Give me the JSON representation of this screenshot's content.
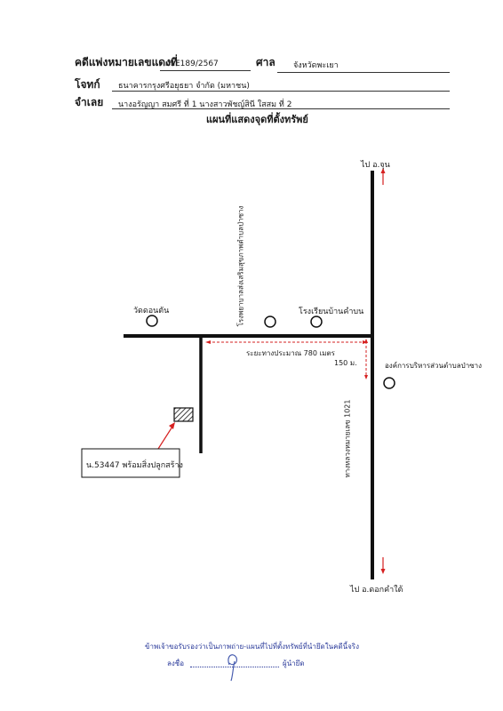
{
  "header": {
    "case_label": "คดีแพ่งหมายเลขแดงที่",
    "case_no": "ผบE189/2567",
    "court_label": "ศาล",
    "court_value": "จังหวัดพะเยา",
    "plaintiff_label": "โจทก์",
    "plaintiff_value": "ธนาคารกรุงศรีอยุธยา จำกัด (มหาชน)",
    "defendant_label": "จำเลย",
    "defendant_value": "นางอรัญญา สมศรี ที่ 1 นางสาวพัชญ์สินี ใสสม ที่ 2"
  },
  "map": {
    "title": "แผนที่แสดงจุดที่ตั้งทรัพย์",
    "north_label": "ไป อ.จุน",
    "south_label": "ไป อ.ดอกคำใต้",
    "temple_label": "วัดดอนตัน",
    "hospital_label": "โรงพยาบาลส่งเสริมสุขภาพตำบลป่าซาง",
    "school_label": "โรงเรียนบ้านคำบน",
    "sao_label": "องค์การบริหารส่วนตำบลป่าซาง",
    "distance_label": "ระยะทางประมาณ 780 เมตร",
    "short_distance_label": "150 ม.",
    "highway_label": "ทางหลวงหมายเลข 1021",
    "property_label": "น.53447 พร้อมสิ่งปลูกสร้าง"
  },
  "footer": {
    "certify_text": "ข้าพเจ้าขอรับรองว่าเป็นภาพถ่าย-แผนที่ไปที่ตั้งทรัพย์ที่นำยึดในคดีนี้จริง",
    "sign_prefix": "ลงชื่อ",
    "sign_suffix": "ผู้นำยึด"
  },
  "colors": {
    "road": "#111111",
    "arrow_red": "#d62020",
    "footer_blue": "#2a3a9a",
    "signature_blue": "#4a5fb0"
  }
}
